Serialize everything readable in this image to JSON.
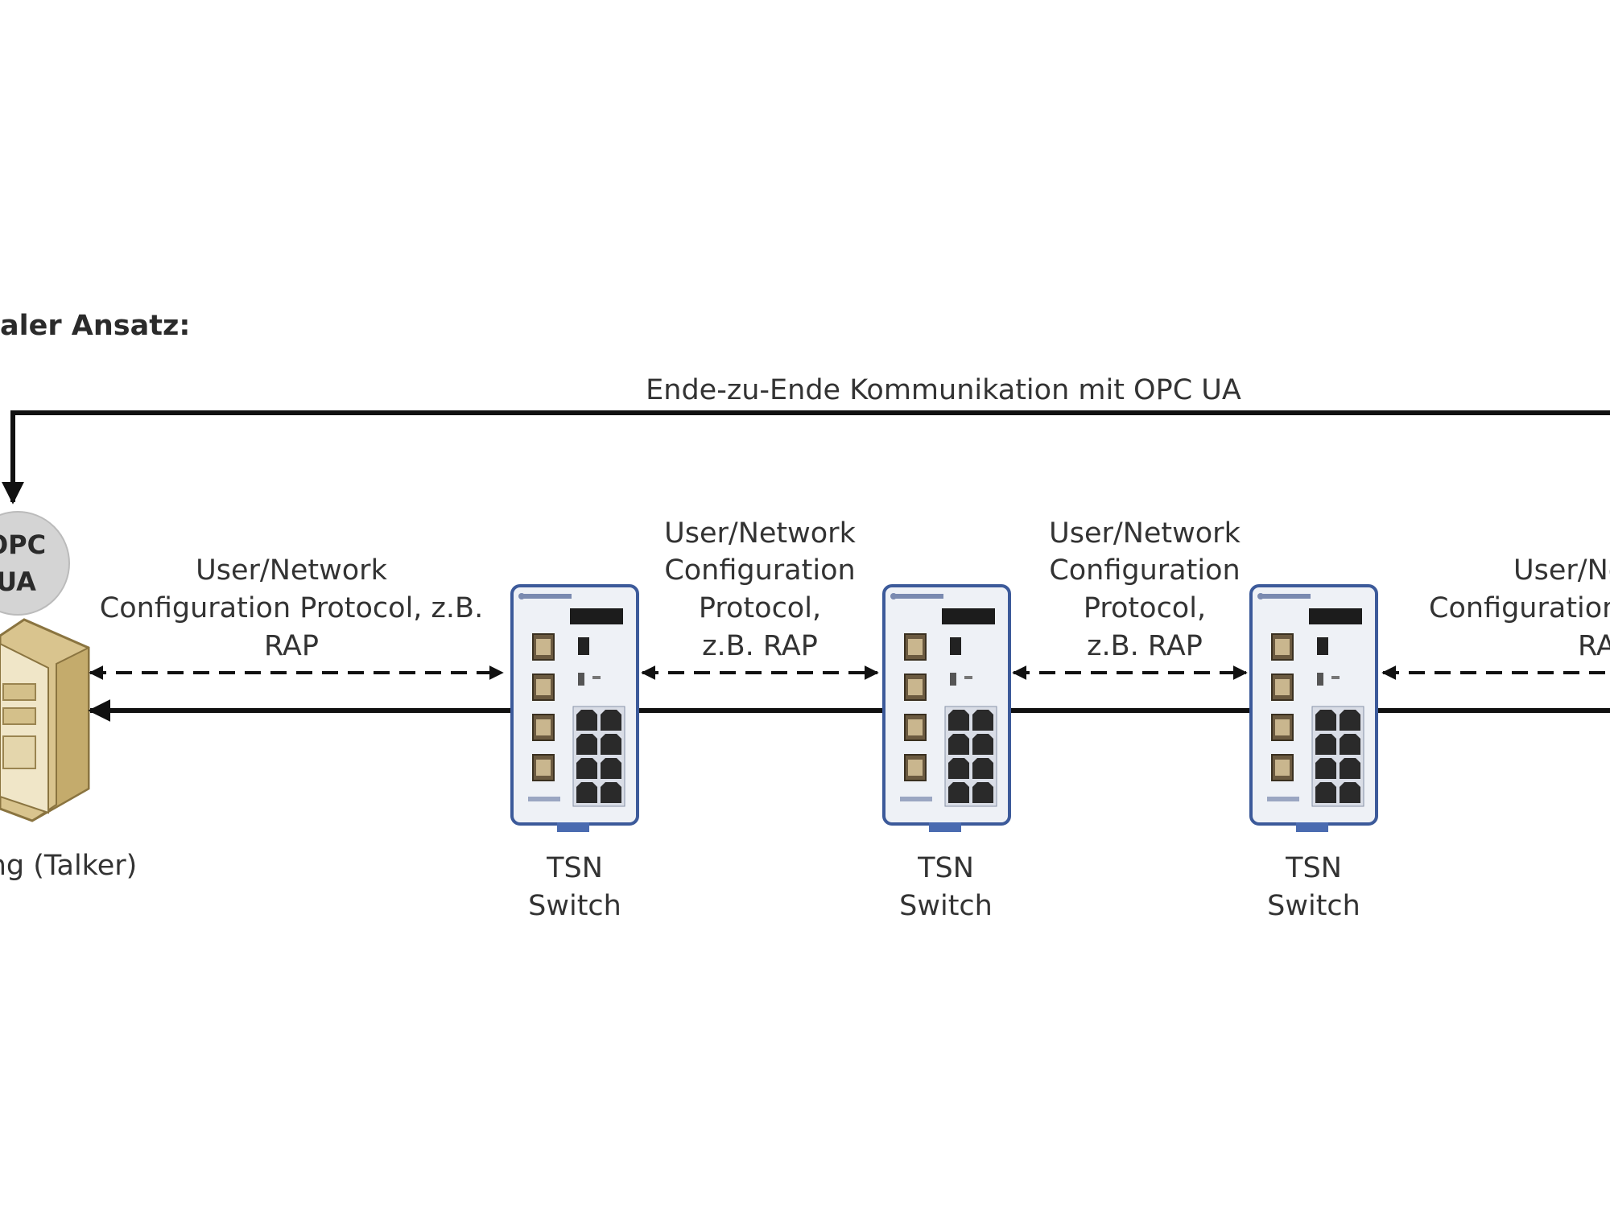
{
  "heading": "aler Ansatz:",
  "e2e": {
    "label": "Ende-zu-Ende Kommunikation mit OPC UA"
  },
  "talker": {
    "badge_line1": "OPC",
    "badge_line2": "UA",
    "label": "ng (Talker)"
  },
  "protocol_labels": [
    {
      "lines": [
        "User/Network",
        "Configuration Protocol, z.B.",
        "RAP"
      ]
    },
    {
      "lines": [
        "User/Network",
        "Configuration",
        "Protocol,",
        "z.B. RAP"
      ]
    },
    {
      "lines": [
        "User/Network",
        "Configuration",
        "Protocol,",
        "z.B. RAP"
      ]
    },
    {
      "lines": [
        "User/Ne",
        "Configuration",
        "RA"
      ]
    }
  ],
  "switches": [
    {
      "line1": "TSN",
      "line2": "Switch"
    },
    {
      "line1": "TSN",
      "line2": "Switch"
    },
    {
      "line1": "TSN",
      "line2": "Switch"
    }
  ],
  "colors": {
    "line": "#111111",
    "switch_frame": "#3c5a9a",
    "switch_body": "#eef1f6",
    "server_body": "#e7d9b4",
    "opc_badge": "#d4d4d4"
  }
}
